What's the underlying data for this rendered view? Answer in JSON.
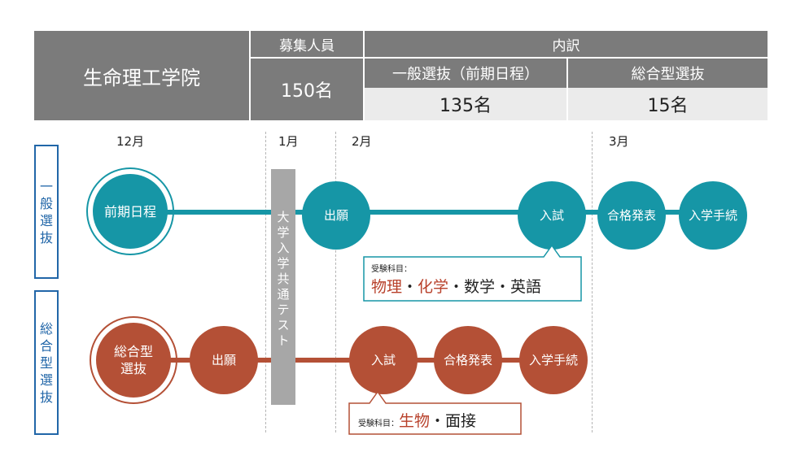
{
  "header": {
    "school": "生命理工学院",
    "quota_label": "募集人員",
    "quota_value": "150名",
    "breakdown_label": "内訳",
    "general_label": "一般選抜（前期日程）",
    "general_value": "135名",
    "comprehensive_label": "総合型選抜",
    "comprehensive_value": "15名"
  },
  "months": [
    "12月",
    "1月",
    "2月",
    "3月"
  ],
  "rows": {
    "general": {
      "label_chars": [
        "一",
        "般",
        "選",
        "抜"
      ],
      "start": "前期日程",
      "apply": "出願",
      "exam": "入試",
      "pass": "合格発表",
      "enroll": "入学手続",
      "subjects_label": "受験科目：",
      "subjects": [
        {
          "text": "物理",
          "emphasis": true
        },
        {
          "text": "・",
          "emphasis": false
        },
        {
          "text": "化学",
          "emphasis": true
        },
        {
          "text": "・数学・英語",
          "emphasis": false
        }
      ]
    },
    "comprehensive": {
      "label_chars": [
        "総",
        "合",
        "型",
        "選",
        "抜"
      ],
      "start_line1": "総合型",
      "start_line2": "選抜",
      "apply": "出願",
      "exam": "入試",
      "pass": "合格発表",
      "enroll": "入学手続",
      "subjects_label": "受験科目：",
      "subjects": [
        {
          "text": "生物",
          "emphasis": true
        },
        {
          "text": "・面接",
          "emphasis": false
        }
      ]
    }
  },
  "common_test_chars": [
    "大",
    "学",
    "入",
    "学",
    "共",
    "通",
    "テ",
    "ス",
    "ト"
  ],
  "colors": {
    "general": "#1696a6",
    "comprehensive": "#b45036",
    "header_dark": "#7b7b7b",
    "header_light": "#ebebeb",
    "side_label": "#2166a8",
    "common_test": "#a7a7a7"
  }
}
